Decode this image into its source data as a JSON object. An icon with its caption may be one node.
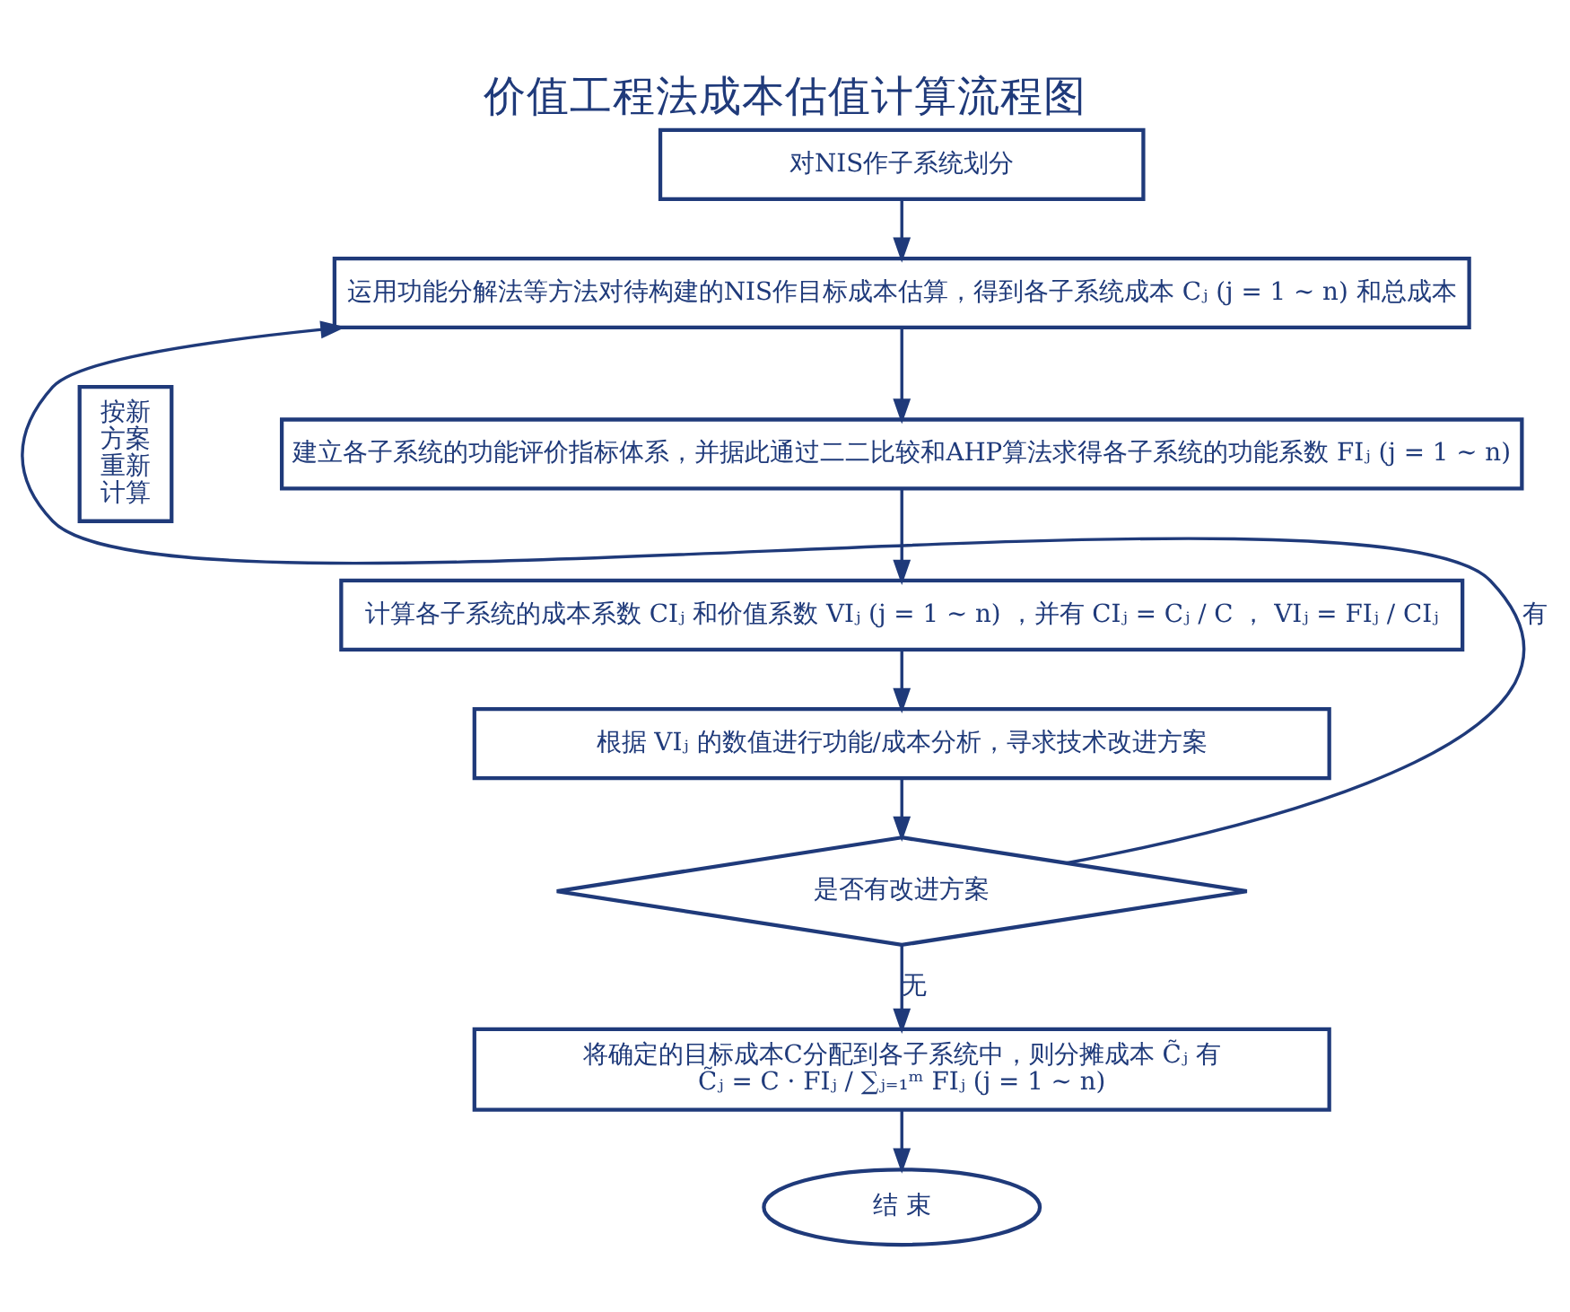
{
  "diagram": {
    "title": "价值工程法成本估值计算流程图",
    "nodes": [
      {
        "text": [
          "对NIS作子系统划分"
        ]
      },
      {
        "text": [
          "运用功能分解法等方法对待构建的NIS作目标成本估算，得到各子系统成本 Cⱼ (j = 1 ~ n) 和总成本"
        ]
      },
      {
        "text": [
          "建立各子系统的功能评价指标体系，并据此通过二二比较和AHP算法求得各子系统的功能系数 FIⱼ (j = 1 ~ n)"
        ]
      },
      {
        "text": [
          "计算各子系统的成本系数 CIⱼ 和价值系数 VIⱼ (j = 1 ~ n) ，并有 CIⱼ = Cⱼ / C ， VIⱼ = FIⱼ / CIⱼ"
        ]
      },
      {
        "text": [
          "根据 VIⱼ 的数值进行功能/成本分析，寻求技术改进方案"
        ]
      },
      {
        "text": [
          "是否有改进方案"
        ]
      },
      {
        "text": [
          "将确定的目标成本C分配到各子系统中，则分摊成本 C̃ⱼ 有",
          "C̃ⱼ = C · FIⱼ / ∑ⱼ₌₁ᵐ FIⱼ (j = 1 ~ n)"
        ]
      },
      {
        "text": [
          "结 束"
        ]
      },
      {
        "text": [
          "按新方案重新计算"
        ]
      }
    ],
    "edges": [
      {
        "from": 0,
        "to": 1,
        "arrow": "to"
      },
      {
        "from": 1,
        "to": 2,
        "arrow": "to"
      },
      {
        "from": 2,
        "to": 3,
        "arrow": "to"
      },
      {
        "from": 3,
        "to": 4,
        "arrow": "to"
      },
      {
        "from": 4,
        "to": 5,
        "arrow": "to"
      },
      {
        "from": 5,
        "to": 6,
        "label": "无",
        "arrow": "to"
      },
      {
        "from": 5,
        "to": 1,
        "label": "有",
        "arrow": "to"
      },
      {
        "from": 6,
        "to": 7,
        "arrow": "to"
      }
    ]
  }
}
